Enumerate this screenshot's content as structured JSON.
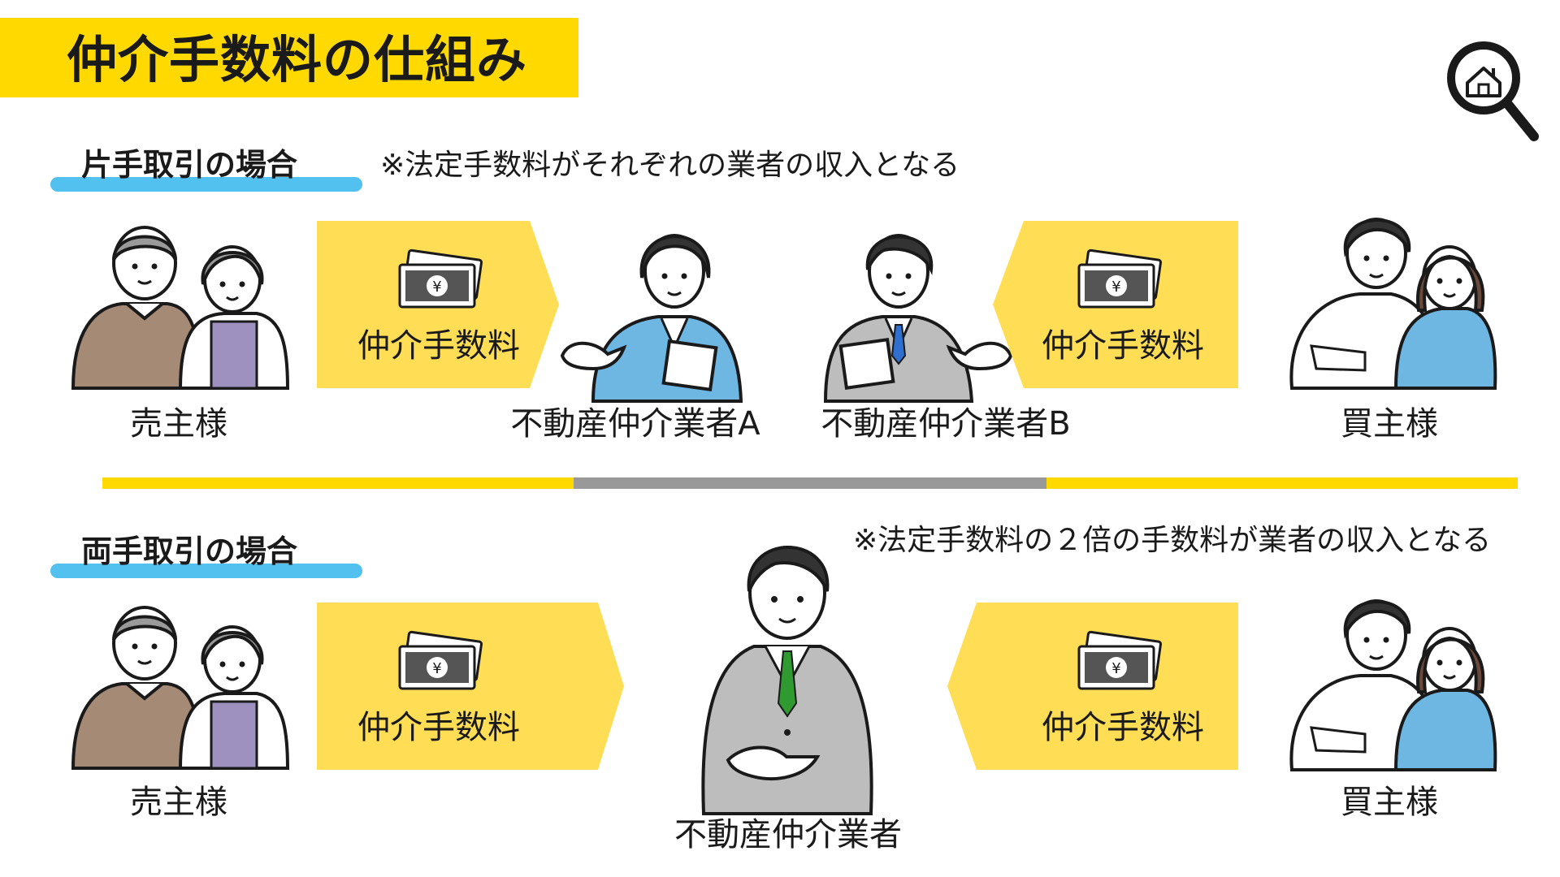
{
  "title": "仲介手数料の仕組み",
  "colors": {
    "title_bg": "#ffd900",
    "arrow_fill": "#ffdd55",
    "underline": "#53c1f0",
    "divider_yellow": "#ffd900",
    "divider_gray": "#999999",
    "text": "#1a1a1a"
  },
  "single": {
    "label": "片手取引の場合",
    "note": "※法定手数料がそれぞれの業者の収入となる",
    "arrow_left_label": "仲介手数料",
    "arrow_right_label": "仲介手数料",
    "seller_label": "売主様",
    "agent_a_label": "不動産仲介業者A",
    "agent_b_label": "不動産仲介業者B",
    "buyer_label": "買主様"
  },
  "dual": {
    "label": "両手取引の場合",
    "note": "※法定手数料の２倍の手数料が業者の収入となる",
    "arrow_left_label": "仲介手数料",
    "arrow_right_label": "仲介手数料",
    "seller_label": "売主様",
    "agent_label": "不動産仲介業者",
    "buyer_label": "買主様"
  },
  "icons": {
    "logo": "house-magnifier-icon",
    "money": "yen-banknote-icon"
  }
}
